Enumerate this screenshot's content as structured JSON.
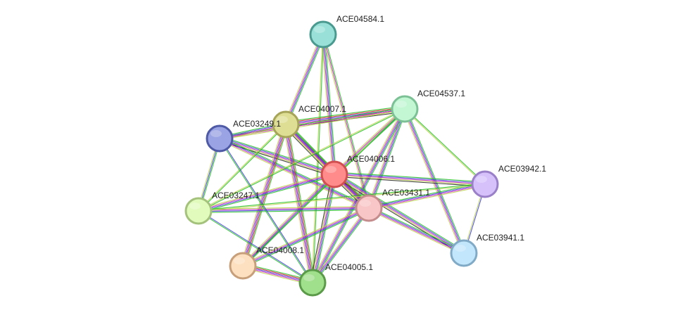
{
  "nodes": [
    {
      "id": "ACE04584.1",
      "fill": "#99e1d8",
      "stroke": "#4a9a90"
    },
    {
      "id": "ACE04537.1",
      "fill": "#c3f7d4",
      "stroke": "#7cc196"
    },
    {
      "id": "ACE04007.1",
      "fill": "#dede95",
      "stroke": "#a6a458"
    },
    {
      "id": "ACE03249.1",
      "fill": "#9aa3e3",
      "stroke": "#4f5aa6"
    },
    {
      "id": "ACE04006.1",
      "fill": "#ff8b8b",
      "stroke": "#d14f4f"
    },
    {
      "id": "ACE03942.1",
      "fill": "#d6c1fb",
      "stroke": "#9a80c8"
    },
    {
      "id": "ACE03247.1",
      "fill": "#e0fbbc",
      "stroke": "#a4c27c"
    },
    {
      "id": "ACE03431.1",
      "fill": "#f8c6c6",
      "stroke": "#c48c8c"
    },
    {
      "id": "ACE03941.1",
      "fill": "#c2e6fb",
      "stroke": "#80aac6"
    },
    {
      "id": "ACE04008.1",
      "fill": "#fde0bf",
      "stroke": "#c79f7a"
    },
    {
      "id": "ACE04005.1",
      "fill": "#a0df8c",
      "stroke": "#5a9a48"
    }
  ],
  "edges": [
    {
      "from": "ACE04584.1",
      "to": "ACE04007.1",
      "colors": [
        "#1fbf1f",
        "#3b3bd6",
        "#c21fc2",
        "#bcd14a"
      ]
    },
    {
      "from": "ACE04584.1",
      "to": "ACE04006.1",
      "colors": [
        "#1fbf1f",
        "#3b3bd6",
        "#c21fc2",
        "#bcd14a"
      ]
    },
    {
      "from": "ACE04584.1",
      "to": "ACE03431.1",
      "colors": [
        "#1fbf1f",
        "#c21fc2",
        "#bcd14a"
      ]
    },
    {
      "from": "ACE04584.1",
      "to": "ACE04005.1",
      "colors": [
        "#1fbf1f",
        "#bcd14a"
      ]
    },
    {
      "from": "ACE04007.1",
      "to": "ACE04537.1",
      "colors": [
        "#1fbf1f",
        "#d21f1f",
        "#3b3bd6",
        "#c21fc2",
        "#bcd14a",
        "#222222"
      ]
    },
    {
      "from": "ACE03249.1",
      "to": "ACE04537.1",
      "colors": [
        "#1fbf1f",
        "#c21fc2",
        "#bcd14a"
      ]
    },
    {
      "from": "ACE03249.1",
      "to": "ACE04007.1",
      "colors": [
        "#1fbf1f",
        "#3b3bd6",
        "#c21fc2",
        "#bcd14a"
      ]
    },
    {
      "from": "ACE03249.1",
      "to": "ACE04006.1",
      "colors": [
        "#1fbf1f",
        "#3b3bd6",
        "#c21fc2",
        "#bcd14a",
        "#222222"
      ]
    },
    {
      "from": "ACE03249.1",
      "to": "ACE03431.1",
      "colors": [
        "#1fbf1f",
        "#3b3bd6",
        "#c21fc2",
        "#bcd14a"
      ]
    },
    {
      "from": "ACE03249.1",
      "to": "ACE03247.1",
      "colors": [
        "#1fbf1f",
        "#3b3bd6",
        "#bcd14a"
      ]
    },
    {
      "from": "ACE04007.1",
      "to": "ACE04006.1",
      "colors": [
        "#1fbf1f",
        "#d21f1f",
        "#3b3bd6",
        "#c21fc2",
        "#bcd14a",
        "#222222"
      ]
    },
    {
      "from": "ACE04007.1",
      "to": "ACE03431.1",
      "colors": [
        "#1fbf1f",
        "#3b3bd6",
        "#c21fc2",
        "#bcd14a"
      ]
    },
    {
      "from": "ACE04007.1",
      "to": "ACE03247.1",
      "colors": [
        "#1fbf1f",
        "#bcd14a"
      ]
    },
    {
      "from": "ACE04007.1",
      "to": "ACE04008.1",
      "colors": [
        "#1fbf1f",
        "#d21f1f",
        "#3b3bd6",
        "#c21fc2",
        "#bcd14a"
      ]
    },
    {
      "from": "ACE04007.1",
      "to": "ACE04005.1",
      "colors": [
        "#1fbf1f",
        "#d21f1f",
        "#3b3bd6",
        "#c21fc2",
        "#bcd14a"
      ]
    },
    {
      "from": "ACE04537.1",
      "to": "ACE04006.1",
      "colors": [
        "#1fbf1f",
        "#3b3bd6",
        "#c21fc2",
        "#bcd14a"
      ]
    },
    {
      "from": "ACE04537.1",
      "to": "ACE03431.1",
      "colors": [
        "#1fbf1f",
        "#3b3bd6",
        "#c21fc2",
        "#bcd14a"
      ]
    },
    {
      "from": "ACE04537.1",
      "to": "ACE03942.1",
      "colors": [
        "#1fbf1f",
        "#bcd14a"
      ]
    },
    {
      "from": "ACE04537.1",
      "to": "ACE03941.1",
      "colors": [
        "#1fbf1f",
        "#3b3bd6",
        "#c21fc2",
        "#bcd14a"
      ]
    },
    {
      "from": "ACE04537.1",
      "to": "ACE04005.1",
      "colors": [
        "#1fbf1f",
        "#3b3bd6",
        "#c21fc2",
        "#bcd14a"
      ]
    },
    {
      "from": "ACE04537.1",
      "to": "ACE04008.1",
      "colors": [
        "#1fbf1f",
        "#bcd14a"
      ]
    },
    {
      "from": "ACE04537.1",
      "to": "ACE03247.1",
      "colors": [
        "#1fbf1f",
        "#bcd14a"
      ]
    },
    {
      "from": "ACE04006.1",
      "to": "ACE03942.1",
      "colors": [
        "#1fbf1f",
        "#3b3bd6",
        "#c21fc2",
        "#bcd14a",
        "#222222"
      ]
    },
    {
      "from": "ACE04006.1",
      "to": "ACE03941.1",
      "colors": [
        "#1fbf1f",
        "#3b3bd6",
        "#c21fc2",
        "#bcd14a",
        "#222222"
      ]
    },
    {
      "from": "ACE04006.1",
      "to": "ACE03431.1",
      "colors": [
        "#1fbf1f",
        "#d21f1f",
        "#3b3bd6",
        "#c21fc2",
        "#bcd14a",
        "#222222"
      ]
    },
    {
      "from": "ACE04006.1",
      "to": "ACE03247.1",
      "colors": [
        "#1fbf1f",
        "#3b3bd6",
        "#c21fc2",
        "#bcd14a"
      ]
    },
    {
      "from": "ACE04006.1",
      "to": "ACE04008.1",
      "colors": [
        "#1fbf1f",
        "#3b3bd6",
        "#c21fc2",
        "#bcd14a"
      ]
    },
    {
      "from": "ACE04006.1",
      "to": "ACE04005.1",
      "colors": [
        "#1fbf1f",
        "#3b3bd6",
        "#c21fc2",
        "#bcd14a",
        "#222222"
      ]
    },
    {
      "from": "ACE03431.1",
      "to": "ACE03942.1",
      "colors": [
        "#1fbf1f",
        "#3b3bd6",
        "#c21fc2",
        "#bcd14a"
      ]
    },
    {
      "from": "ACE03431.1",
      "to": "ACE03941.1",
      "colors": [
        "#1fbf1f",
        "#3b3bd6",
        "#c21fc2",
        "#bcd14a"
      ]
    },
    {
      "from": "ACE03431.1",
      "to": "ACE03247.1",
      "colors": [
        "#1fbf1f",
        "#3b3bd6",
        "#c21fc2",
        "#bcd14a"
      ]
    },
    {
      "from": "ACE03431.1",
      "to": "ACE04008.1",
      "colors": [
        "#1fbf1f",
        "#3b3bd6",
        "#c21fc2",
        "#bcd14a"
      ]
    },
    {
      "from": "ACE03431.1",
      "to": "ACE04005.1",
      "colors": [
        "#1fbf1f",
        "#3b3bd6",
        "#c21fc2",
        "#bcd14a"
      ]
    },
    {
      "from": "ACE03942.1",
      "to": "ACE03941.1",
      "colors": [
        "#3b3bd6",
        "#bcd14a"
      ]
    },
    {
      "from": "ACE03247.1",
      "to": "ACE04005.1",
      "colors": [
        "#3b3bd6",
        "#1fbf1f"
      ]
    },
    {
      "from": "ACE04008.1",
      "to": "ACE04005.1",
      "colors": [
        "#1fbf1f",
        "#d21f1f",
        "#3b3bd6",
        "#c21fc2",
        "#bcd14a"
      ]
    },
    {
      "from": "ACE03249.1",
      "to": "ACE04005.1",
      "colors": [
        "#3b3bd6",
        "#1fbf1f"
      ]
    },
    {
      "from": "ACE03247.1",
      "to": "ACE03942.1",
      "colors": [
        "#1fbf1f",
        "#bcd14a"
      ]
    }
  ]
}
